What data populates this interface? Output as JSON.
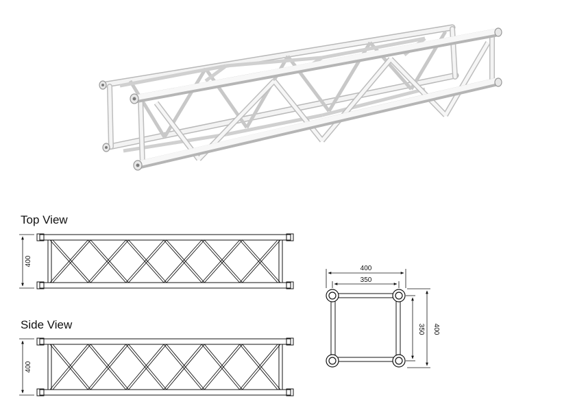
{
  "top_view": {
    "title": "Top View",
    "height_dim": "400"
  },
  "side_view": {
    "title": "Side View",
    "height_dim": "400"
  },
  "section": {
    "outer_width": "400",
    "inner_width": "350",
    "inner_height": "350",
    "outer_height": "400"
  },
  "colors": {
    "line": "#111111",
    "tube": "#f2f2f2",
    "tube_shade": "#c9c9c9"
  }
}
